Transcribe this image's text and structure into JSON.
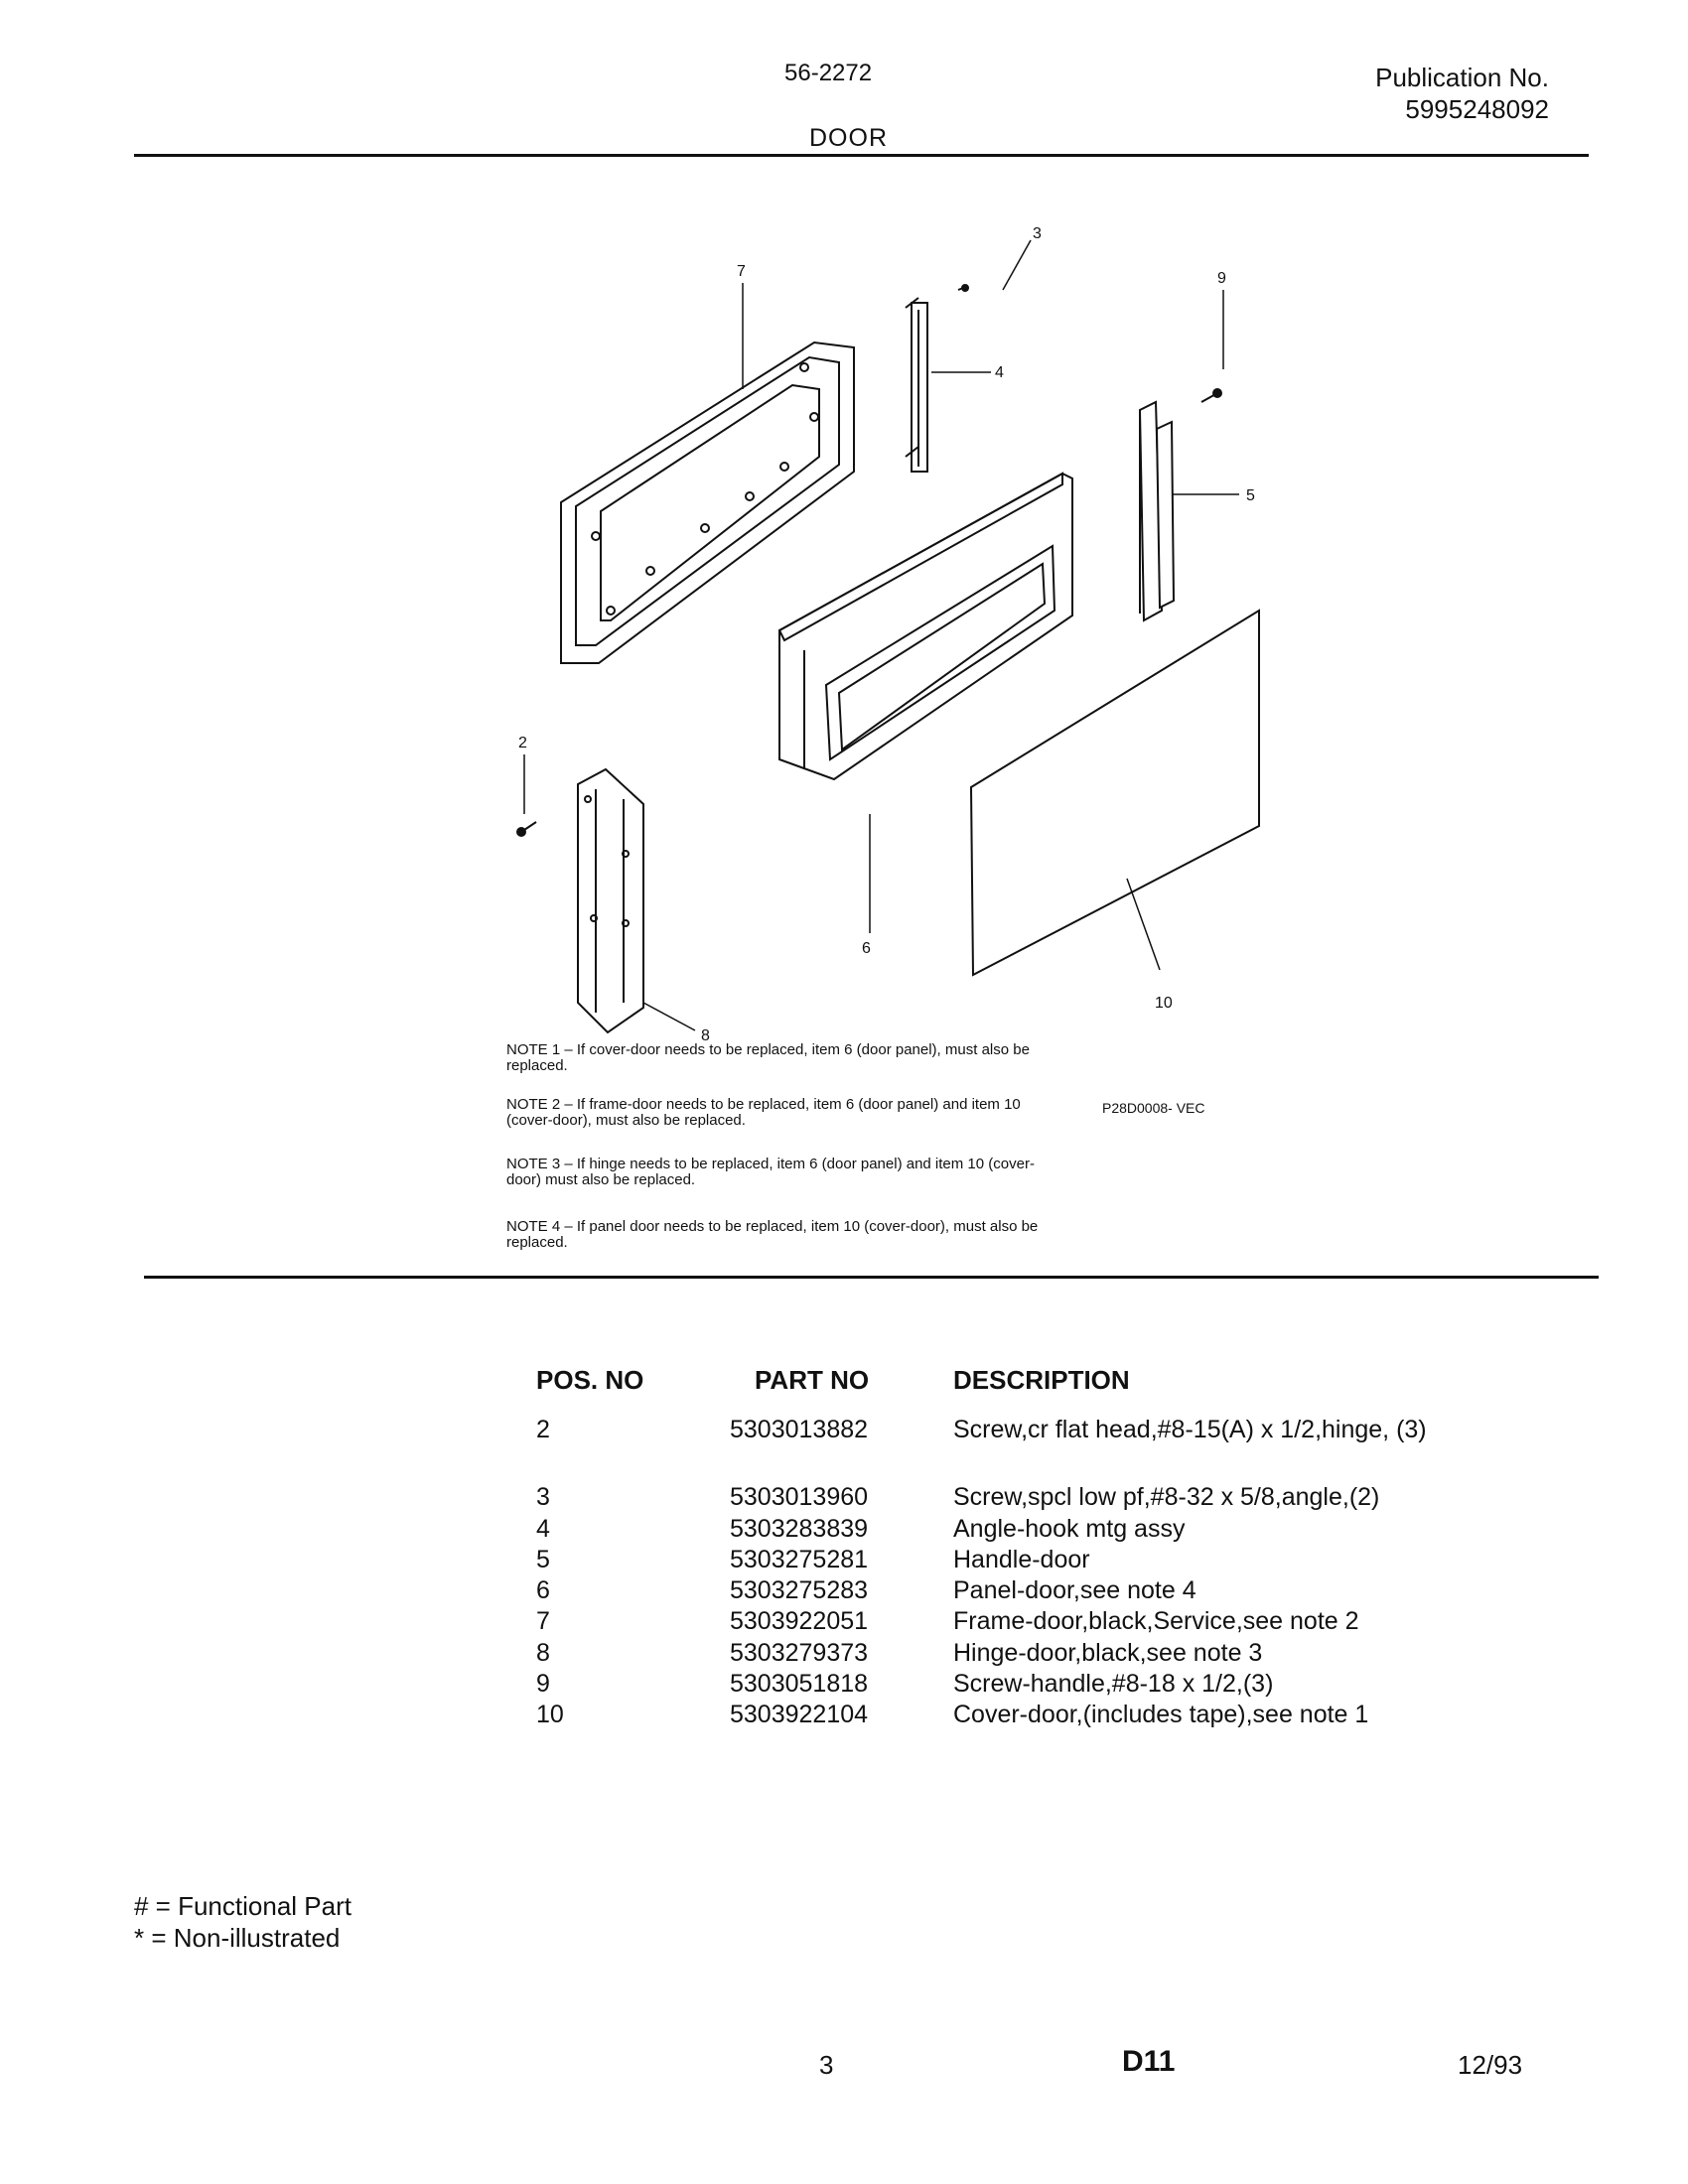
{
  "header": {
    "model": "56-2272",
    "publication_label": "Publication No.",
    "publication_number": "5995248092",
    "section_title": "DOOR"
  },
  "diagram": {
    "callouts": [
      "2",
      "3",
      "4",
      "5",
      "6",
      "7",
      "8",
      "9",
      "10"
    ],
    "reference_code": "P28D0008- VEC"
  },
  "notes": [
    "NOTE 1 – If cover-door needs to be replaced, item 6 (door panel), must also be replaced.",
    "NOTE 2 – If frame-door needs to be replaced, item 6 (door panel) and item 10 (cover-door), must also be replaced.",
    "NOTE 3 – If hinge needs to be replaced, item 6 (door panel) and item 10 (cover-door) must also be replaced.",
    "NOTE 4 – If panel door needs to be replaced, item 10 (cover-door), must also be replaced."
  ],
  "parts_table": {
    "headers": [
      "POS. NO",
      "PART NO",
      "DESCRIPTION"
    ],
    "rows": [
      {
        "pos": "2",
        "part": "5303013882",
        "desc": "Screw,cr flat head,#8-15(A) x 1/2,hinge, (3)"
      },
      {
        "pos": "3",
        "part": "5303013960",
        "desc": "Screw,spcl low pf,#8-32 x 5/8,angle,(2)"
      },
      {
        "pos": "4",
        "part": "5303283839",
        "desc": "Angle-hook mtg assy"
      },
      {
        "pos": "5",
        "part": "5303275281",
        "desc": "Handle-door"
      },
      {
        "pos": "6",
        "part": "5303275283",
        "desc": "Panel-door,see note 4"
      },
      {
        "pos": "7",
        "part": "5303922051",
        "desc": "Frame-door,black,Service,see note 2"
      },
      {
        "pos": "8",
        "part": "5303279373",
        "desc": "Hinge-door,black,see note 3"
      },
      {
        "pos": "9",
        "part": "5303051818",
        "desc": "Screw-handle,#8-18 x 1/2,(3)"
      },
      {
        "pos": "10",
        "part": "5303922104",
        "desc": "Cover-door,(includes tape),see note 1"
      }
    ]
  },
  "legend": {
    "functional": "# = Functional Part",
    "non_illustrated": "* = Non-illustrated"
  },
  "footer": {
    "page": "3",
    "code": "D11",
    "date": "12/93"
  }
}
